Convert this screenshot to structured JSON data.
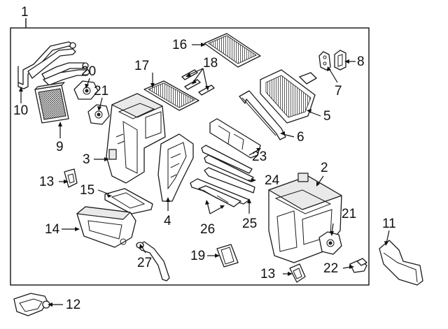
{
  "callouts": {
    "c1": "1",
    "c2": "2",
    "c3": "3",
    "c4": "4",
    "c5": "5",
    "c6": "6",
    "c7": "7",
    "c8": "8",
    "c9": "9",
    "c10": "10",
    "c11": "11",
    "c12": "12",
    "c13a": "13",
    "c13b": "13",
    "c14": "14",
    "c15": "15",
    "c16": "16",
    "c17": "17",
    "c18": "18",
    "c19": "19",
    "c20": "20",
    "c21a": "21",
    "c21b": "21",
    "c22": "22",
    "c23": "23",
    "c24": "24",
    "c25": "25",
    "c26": "26",
    "c27": "27"
  }
}
